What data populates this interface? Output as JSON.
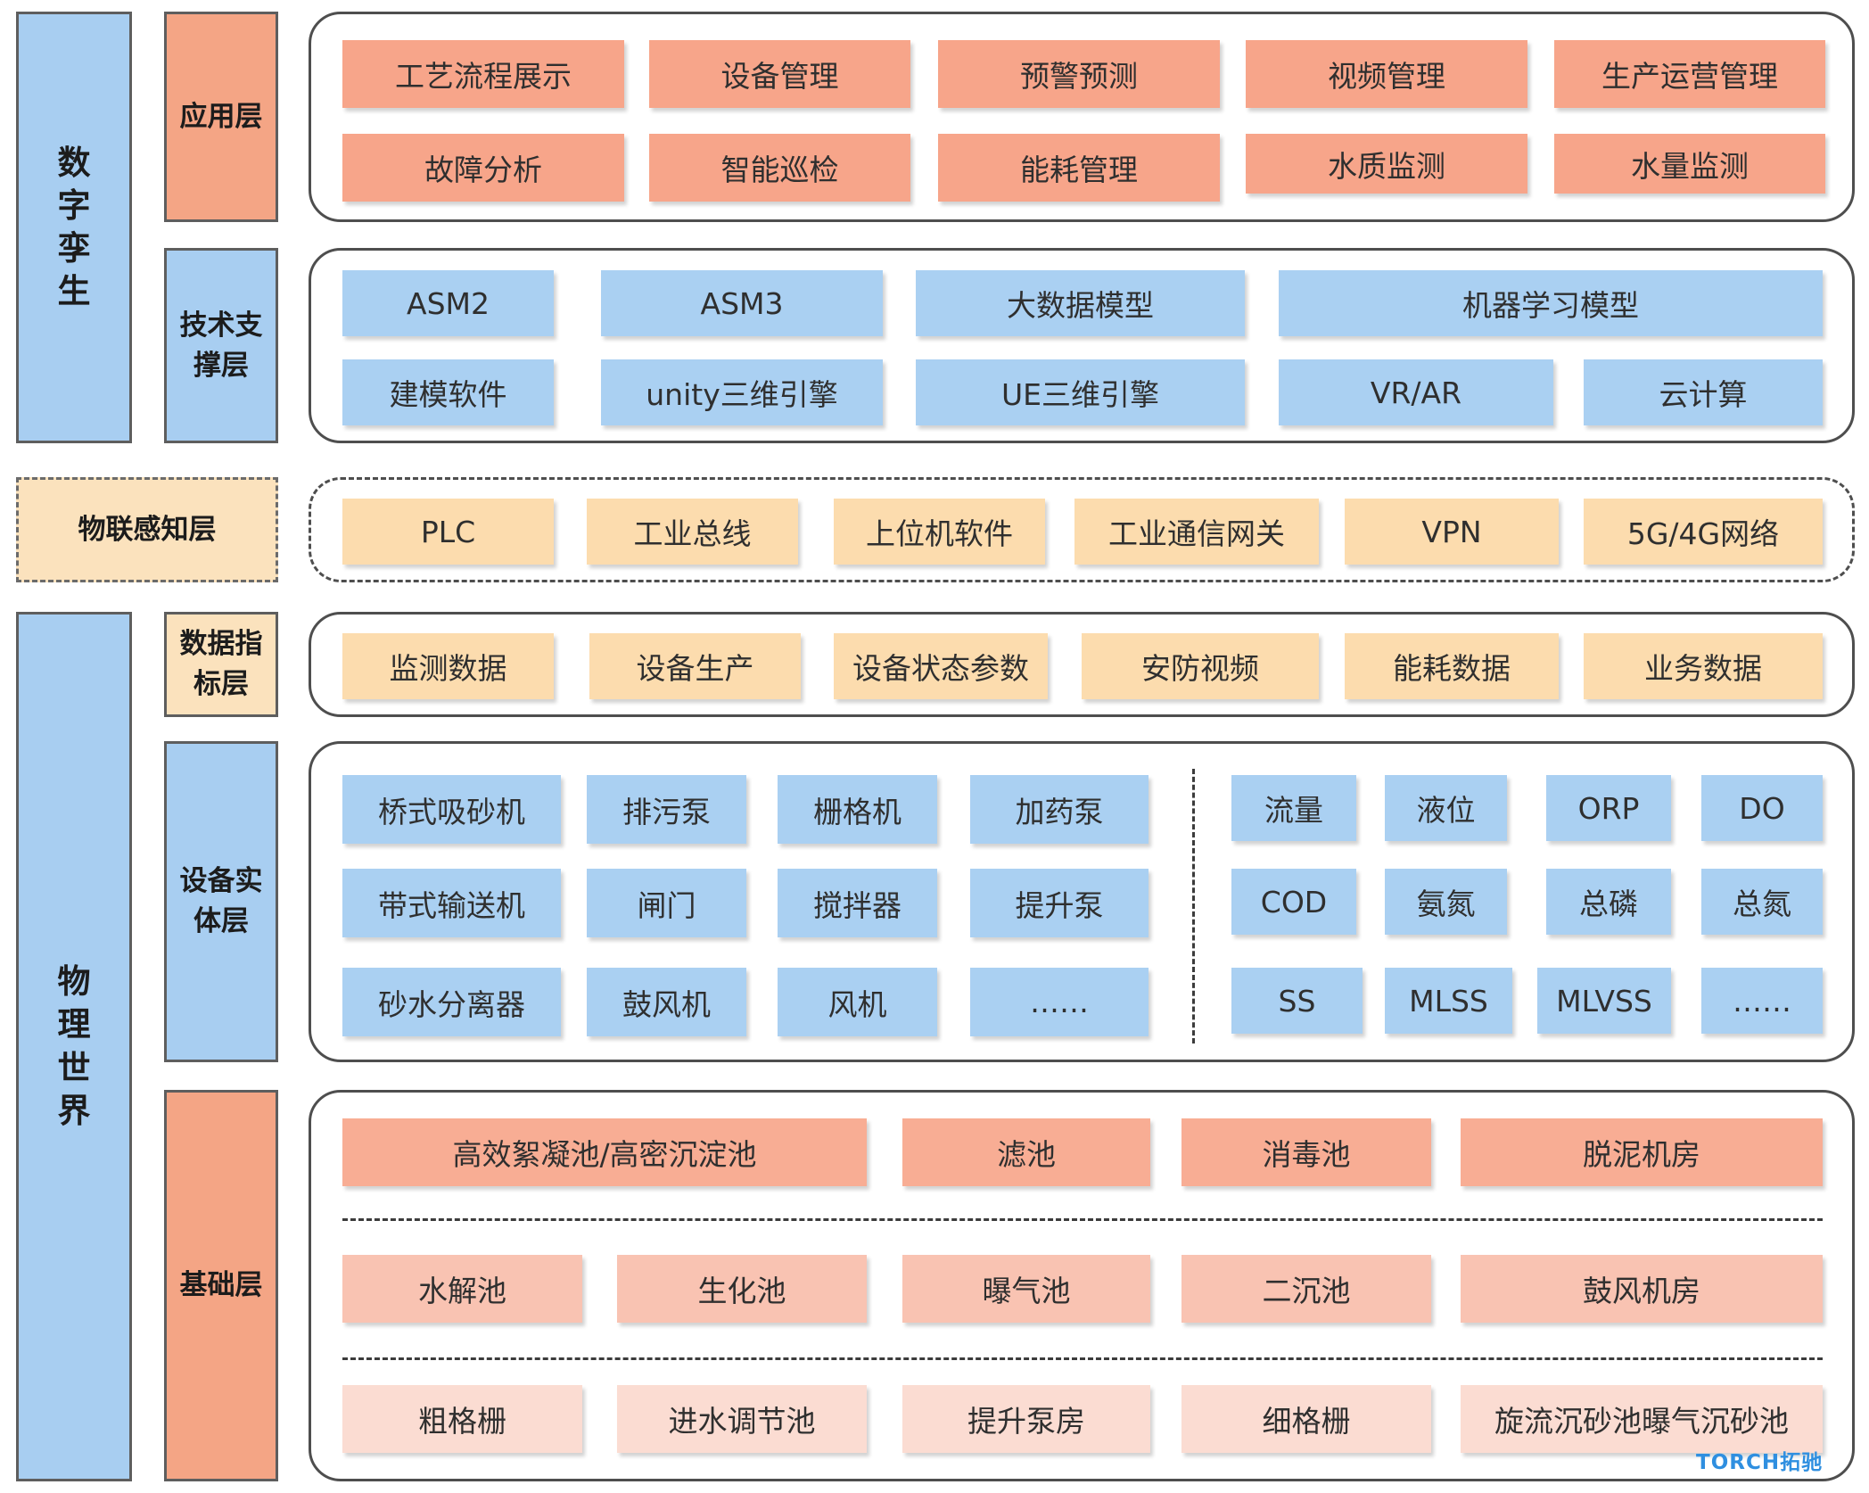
{
  "side": {
    "digital_twin": "数\n字\n孪\n生",
    "physical_world": "物\n理\n世\n界",
    "app_layer": "应用层",
    "tech_layer": "技术支\n撑层",
    "iot_layer": "物联感知层",
    "data_layer": "数据指\n标层",
    "device_layer": "设备实\n体层",
    "base_layer": "基础层"
  },
  "app": {
    "row1": [
      "工艺流程展示",
      "设备管理",
      "预警预测",
      "视频管理",
      "生产运营管理"
    ],
    "row2": [
      "故障分析",
      "智能巡检",
      "能耗管理",
      "水质监测",
      "水量监测"
    ]
  },
  "tech": {
    "row1": [
      "ASM2",
      "ASM3",
      "大数据模型",
      "机器学习模型"
    ],
    "row2": [
      "建模软件",
      "unity三维引擎",
      "UE三维引擎",
      "VR/AR",
      "云计算"
    ]
  },
  "iot": {
    "items": [
      "PLC",
      "工业总线",
      "上位机软件",
      "工业通信网关",
      "VPN",
      "5G/4G网络"
    ]
  },
  "data": {
    "items": [
      "监测数据",
      "设备生产",
      "设备状态参数",
      "安防视频",
      "能耗数据",
      "业务数据"
    ]
  },
  "device": {
    "left": [
      [
        "桥式吸砂机",
        "排污泵",
        "栅格机",
        "加药泵"
      ],
      [
        "带式输送机",
        "闸门",
        "搅拌器",
        "提升泵"
      ],
      [
        "砂水分离器",
        "鼓风机",
        "风机",
        "……"
      ]
    ],
    "right": [
      [
        "流量",
        "液位",
        "ORP",
        "DO"
      ],
      [
        "COD",
        "氨氮",
        "总磷",
        "总氮"
      ],
      [
        "SS",
        "MLSS",
        "MLVSS",
        "……"
      ]
    ]
  },
  "base": {
    "row1": [
      "高效絮凝池/高密沉淀池",
      "滤池",
      "消毒池",
      "脱泥机房"
    ],
    "row2": [
      "水解池",
      "生化池",
      "曝气池",
      "二沉池",
      "鼓风机房"
    ],
    "row3": [
      "粗格栅",
      "进水调节池",
      "提升泵房",
      "细格栅",
      "旋流沉砂池曝气沉砂池"
    ]
  },
  "logo": "TORCH拓驰"
}
